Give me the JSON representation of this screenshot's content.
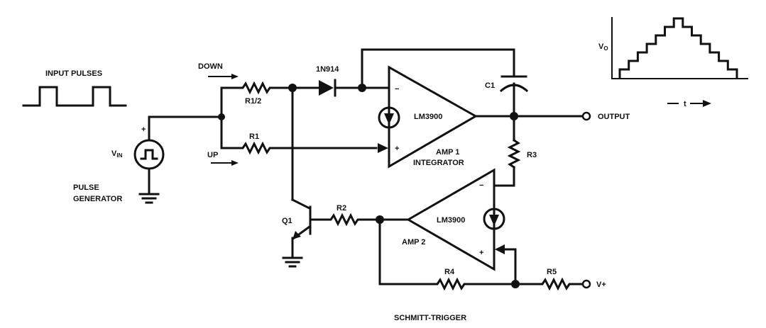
{
  "labels": {
    "input_pulses": "INPUT PULSES",
    "down": "DOWN",
    "up": "UP",
    "r1_2": "R1/2",
    "r1": "R1",
    "diode": "1N914",
    "vin": "V",
    "vin_sub": "IN",
    "pulse": "PULSE",
    "generator": "GENERATOR",
    "amp1_chip": "LM3900",
    "amp1_name": "AMP 1",
    "amp1_role": "INTEGRATOR",
    "c1": "C1",
    "r3": "R3",
    "output": "OUTPUT",
    "vo": "V",
    "vo_sub": "O",
    "t_axis": "t",
    "q1": "Q1",
    "r2": "R2",
    "amp2_chip": "LM3900",
    "amp2_name": "AMP 2",
    "r4": "R4",
    "r5": "R5",
    "vplus": "V+",
    "minus": "−",
    "plus": "+",
    "caption": "SCHMITT-TRIGGER"
  },
  "staircase_steps": 7
}
